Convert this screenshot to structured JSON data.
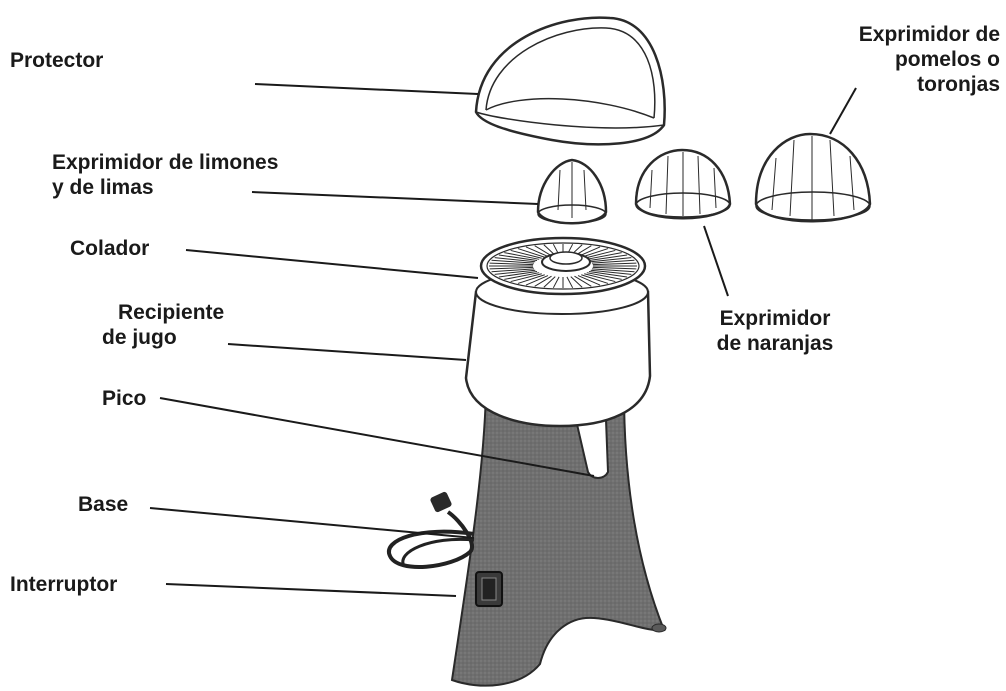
{
  "labels": {
    "protector": "Protector",
    "pomelos_1": "Exprimidor de",
    "pomelos_2": "pomelos o",
    "pomelos_3": "toronjas",
    "limones_1": "Exprimidor de limones",
    "limones_2": "y de limas",
    "colador": "Colador",
    "recipiente_1": "Recipiente",
    "recipiente_2": "de jugo",
    "naranjas_1": "Exprimidor",
    "naranjas_2": "de naranjas",
    "pico": "Pico",
    "base": "Base",
    "interruptor": "Interruptor"
  },
  "colors": {
    "base_fill": "#6f6f6f",
    "part_fill": "#ffffff",
    "outline": "#2a2a2a",
    "text": "#1a1a1a"
  }
}
